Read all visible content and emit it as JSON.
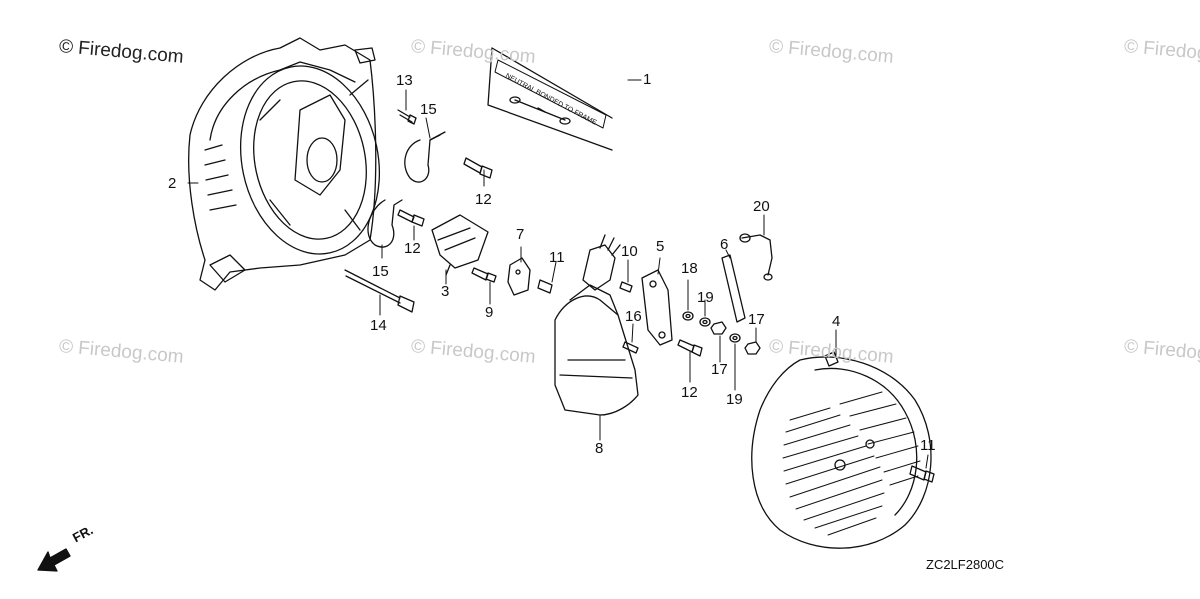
{
  "watermark_text": "© Firedog.com",
  "drawing_code": "ZC2LF2800C",
  "front_label": "FR.",
  "label_text": "NEUTRAL BONDED TO FRAME",
  "callouts": [
    "1",
    "2",
    "13",
    "15",
    "12",
    "12",
    "15",
    "14",
    "3",
    "9",
    "7",
    "11",
    "10",
    "5",
    "16",
    "6",
    "18",
    "19",
    "20",
    "17",
    "17",
    "19",
    "12",
    "8",
    "4",
    "11"
  ],
  "colors": {
    "line": "#111111",
    "watermark": "#c8c8c8"
  }
}
